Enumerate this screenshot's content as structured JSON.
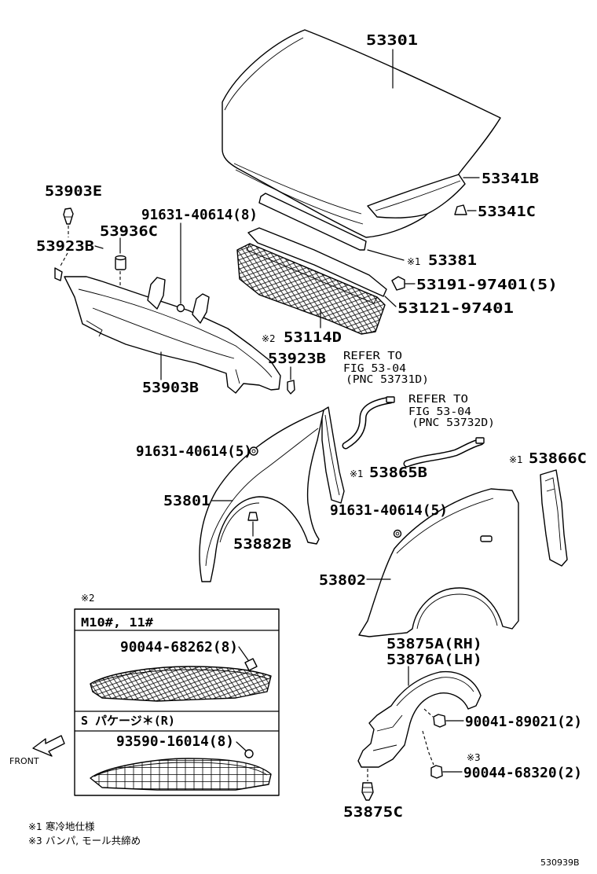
{
  "callouts": {
    "hood": "53301",
    "hood_seal": "53341B",
    "hood_cushion": "53341C",
    "clip_53903e": "53903E",
    "support_bolt": "91631-40614(8)",
    "cushion_53936c": "53936C",
    "clip_53923b_left": "53923B",
    "seal_53381": "53381",
    "grille_clip": "53191-97401(5)",
    "grille_retainer": "53121-97401",
    "grille": "53114D",
    "clip_53923b_right": "53923B",
    "radiator_support": "53903B",
    "fender_bolt_lh": "91631-40614(5)",
    "seal_53866c": "53866C",
    "seal_53865b": "53865B",
    "fender_lh": "53801",
    "fender_bolt_rh": "91631-40614(5)",
    "plug_53882b": "53882B",
    "fender_rh": "53802",
    "liner_rh": "53875A(RH)",
    "liner_lh": "53876A(LH)",
    "liner_screw": "90041-89021(2)",
    "liner_screw_bumper": "90044-68320(2)",
    "liner_clip": "53875C"
  },
  "note_marks": {
    "seal_53381": "※1",
    "grille": "※2",
    "seal_53866c": "※1",
    "seal_53865b": "※1",
    "liner_screw_bumper": "※3",
    "inset": "※2"
  },
  "references": [
    {
      "lines": [
        "REFER TO",
        "FIG 53-04",
        "(PNC 53731D)"
      ]
    },
    {
      "lines": [
        "REFER TO",
        "FIG 53-04",
        "(PNC 53732D)"
      ]
    }
  ],
  "inset": {
    "variants": [
      {
        "header": "M10#, 11#",
        "part": "90044-68262(8)"
      },
      {
        "header": "S パケージ＊(R)",
        "part": "93590-16014(8)"
      }
    ]
  },
  "front_arrow": {
    "label": "FRONT"
  },
  "footnotes": [
    {
      "mark": "※1",
      "text": "寒冷地仕様"
    },
    {
      "mark": "※3",
      "text": "バンパ, モール共締め"
    }
  ],
  "figure_code": "530939B"
}
